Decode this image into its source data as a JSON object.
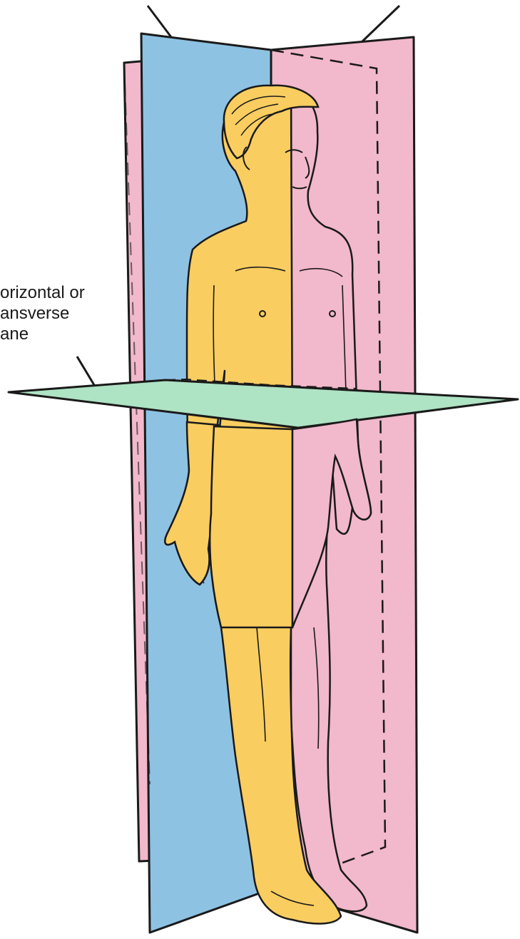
{
  "labels": {
    "transverse_line1": "orizontal or",
    "transverse_line2": "ansverse",
    "transverse_line3": "ane"
  },
  "colors": {
    "coronal_plane": "#8ec2e3",
    "sagittal_plane": "#f2b8cb",
    "transverse_plane": "#aee3c4",
    "body": "#f9cd60",
    "outline": "#1a1a1a"
  }
}
